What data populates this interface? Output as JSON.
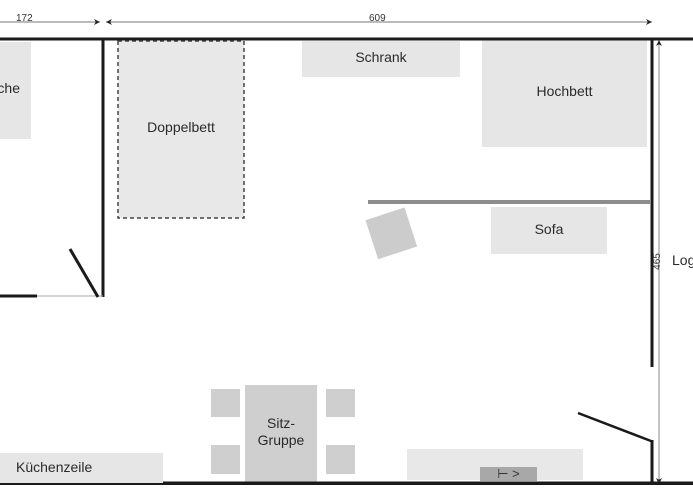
{
  "dimensions": {
    "left_width": "172",
    "main_width": "609",
    "right_height": "465"
  },
  "rooms": {
    "bathroom_partial_label": "che",
    "loggia_partial_label": "Log"
  },
  "furniture": {
    "doppelbett": "Doppelbett",
    "schrank": "Schrank",
    "hochbett": "Hochbett",
    "sofa": "Sofa",
    "sitzgruppe_line1": "Sitz-",
    "sitzgruppe_line2": "Gruppe",
    "kuechenzeile": "Küchenzeile",
    "heater_symbol": "⊢ >"
  },
  "colors": {
    "wall": "#1a1a1a",
    "furniture_fill": "#e6e6e6",
    "chair_fill": "#cccccc",
    "partition": "#8c8c8c",
    "heater": "#a8a8a8"
  }
}
